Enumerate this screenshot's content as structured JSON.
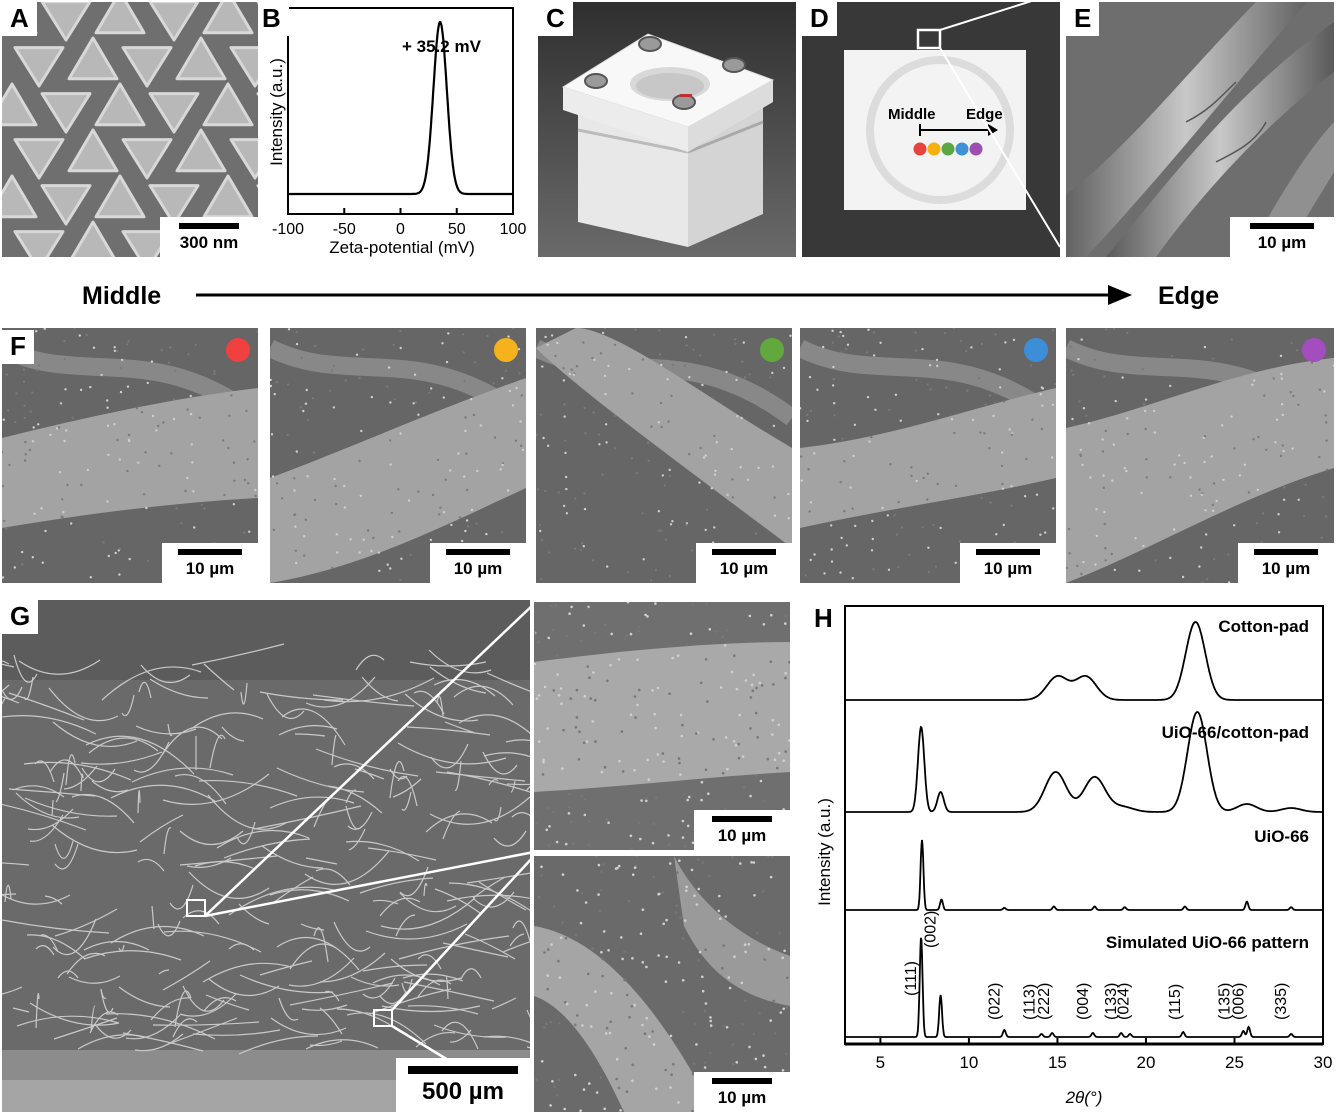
{
  "panels": {
    "a": {
      "letter": "A",
      "scale": "300 nm"
    },
    "b": {
      "letter": "B",
      "peak_label": "+ 35.2 mV",
      "xlabel": "Zeta-potential (mV)",
      "ylabel": "Intensity (a.u.)",
      "ticks": [
        "-100",
        "-50",
        "0",
        "50",
        "100"
      ]
    },
    "c": {
      "letter": "C"
    },
    "d": {
      "letter": "D",
      "middle": "Middle",
      "edge": "Edge",
      "dot_colors": [
        "#e8433f",
        "#f5b10e",
        "#5aa744",
        "#3f92d4",
        "#9b4fb0"
      ]
    },
    "e": {
      "letter": "E",
      "scale": "10 µm"
    },
    "f": {
      "letter": "F",
      "scale": "10 µm",
      "dot_colors": [
        "#f04040",
        "#f6b21d",
        "#62a93d",
        "#3d8ed8",
        "#a34dbe"
      ]
    },
    "g": {
      "letter": "G",
      "scale_main": "500 µm",
      "scale_inset": "10 µm"
    },
    "h": {
      "letter": "H"
    }
  },
  "arrow": {
    "left": "Middle",
    "right": "Edge"
  },
  "chart_data": {
    "type": "line",
    "title": "",
    "xlabel": "2θ(°)",
    "ylabel": "Intensity (a.u.)",
    "xlim": [
      3,
      30
    ],
    "xticks": [
      "5",
      "10",
      "15",
      "20",
      "25",
      "30"
    ],
    "series": [
      {
        "name": "Cotton-pad",
        "peaks": [
          [
            15.0,
            0.3
          ],
          [
            16.6,
            0.3
          ],
          [
            22.8,
            1.0
          ]
        ]
      },
      {
        "name": "UiO-66/cotton-pad",
        "peaks": [
          [
            7.3,
            0.85
          ],
          [
            8.4,
            0.2
          ],
          [
            14.9,
            0.4
          ],
          [
            17.1,
            0.35
          ],
          [
            18.7,
            0.05
          ],
          [
            22.9,
            1.0
          ],
          [
            25.7,
            0.08
          ],
          [
            28.2,
            0.04
          ]
        ]
      },
      {
        "name": "UiO-66",
        "peaks": [
          [
            7.35,
            1.0
          ],
          [
            8.45,
            0.15
          ],
          [
            12.0,
            0.03
          ],
          [
            14.8,
            0.05
          ],
          [
            17.1,
            0.05
          ],
          [
            18.8,
            0.04
          ],
          [
            22.2,
            0.05
          ],
          [
            25.7,
            0.12
          ],
          [
            28.2,
            0.04
          ]
        ]
      },
      {
        "name": "Simulated UiO-66 pattern",
        "peaks": [
          [
            7.3,
            1.0
          ],
          [
            8.4,
            0.42
          ],
          [
            12.0,
            0.07
          ],
          [
            14.1,
            0.03
          ],
          [
            14.7,
            0.04
          ],
          [
            17.0,
            0.04
          ],
          [
            18.6,
            0.04
          ],
          [
            19.1,
            0.03
          ],
          [
            22.1,
            0.05
          ],
          [
            25.5,
            0.06
          ],
          [
            25.8,
            0.1
          ],
          [
            28.2,
            0.03
          ]
        ]
      }
    ],
    "annotations": [
      {
        "x": 7.3,
        "text": "(111)"
      },
      {
        "x": 8.4,
        "text": "(002)"
      },
      {
        "x": 12.0,
        "text": "(022)"
      },
      {
        "x": 14.0,
        "text": "(113)"
      },
      {
        "x": 14.8,
        "text": "(222)"
      },
      {
        "x": 17.0,
        "text": "(004)"
      },
      {
        "x": 18.6,
        "text": "(133)"
      },
      {
        "x": 19.3,
        "text": "(024)"
      },
      {
        "x": 22.2,
        "text": "(115)"
      },
      {
        "x": 25.0,
        "text": "(135)"
      },
      {
        "x": 25.8,
        "text": "(006)"
      },
      {
        "x": 28.2,
        "text": "(335)"
      }
    ]
  }
}
